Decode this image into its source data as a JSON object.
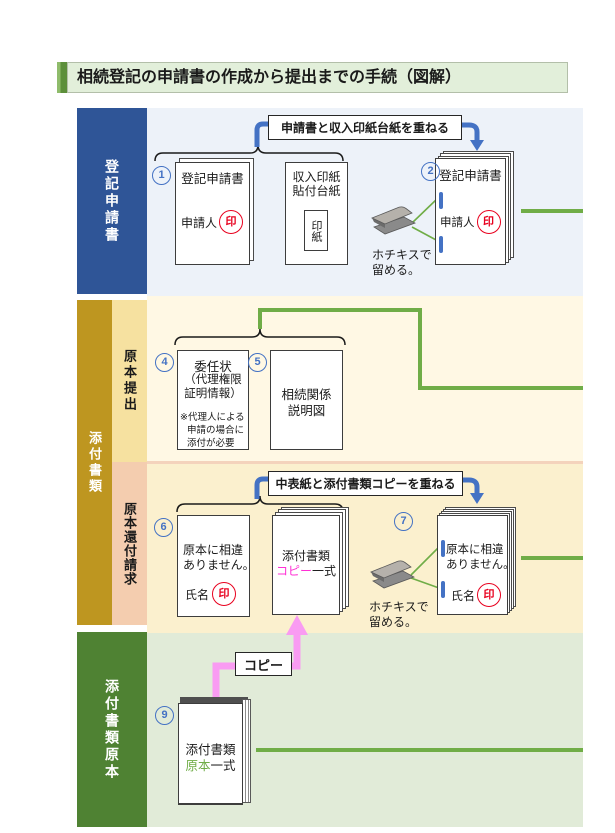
{
  "title": "相続登記の申請書の作成から提出までの手続（図解）",
  "sidebar": {
    "registration": "登記申請書",
    "attachments": "添付書類",
    "original_submission": "原本提出",
    "original_return_request": "原本還付請求",
    "attachment_originals": "添付書類原本"
  },
  "banners": {
    "stack_application": "申請書と収入印紙台紙を重ねる",
    "stack_copies": "中表紙と添付書類コピーを重ねる"
  },
  "steps": {
    "n1": "1",
    "n2": "2",
    "n4": "4",
    "n5": "5",
    "n6": "6",
    "n7": "7",
    "n9": "9"
  },
  "docs": {
    "touki1": {
      "title": "登記申請書",
      "applicant": "申請人",
      "seal": "印"
    },
    "daishi": {
      "line1": "収入印紙",
      "line2": "貼付台紙",
      "stamp_box": "印紙"
    },
    "touki2": {
      "title": "登記申請書",
      "applicant": "申請人",
      "seal": "印"
    },
    "ininjo": {
      "line1": "委任状",
      "line2": "（代理権限",
      "line3": "証明情報）",
      "note1": "※代理人による",
      "note2": "申請の場合に",
      "note3": "添付が必要"
    },
    "keizu": {
      "line1": "相続関係",
      "line2": "説明図"
    },
    "seii1": {
      "line1": "原本に相違",
      "line2": "ありません。",
      "name": "氏名",
      "seal": "印"
    },
    "copyset": {
      "line1": "添付書類",
      "em": "コピー",
      "rest": "一式"
    },
    "seii2": {
      "line1": "原本に相違",
      "line2": "ありません。",
      "name": "氏名",
      "seal": "印"
    },
    "genpon": {
      "line1": "添付書類",
      "em": "原本",
      "rest": "一式"
    }
  },
  "notes": {
    "staple1_l1": "ホチキスで",
    "staple1_l2": "留める。",
    "staple2_l1": "ホチキスで",
    "staple2_l2": "留める。",
    "copy_label": "コピー"
  },
  "colors": {
    "accent_green": "#70AD47",
    "title_bg": "#E2EFDA",
    "blue": "#4472C4",
    "dark_blue_band": "#2F5597",
    "gold_band": "#BE9620",
    "tan_band": "#F6E1A0",
    "peach_band": "#F4CDAF",
    "green_band": "#4F8233",
    "sec1_bg": "#EDF2F9",
    "sec2_bg": "#FFF8E4",
    "sec3_bg": "#FBF0CE",
    "sec4_bg": "#E1EBD8",
    "red": "#E8001E",
    "pink": "#F99BF2",
    "magenta": "#FF30D5"
  }
}
